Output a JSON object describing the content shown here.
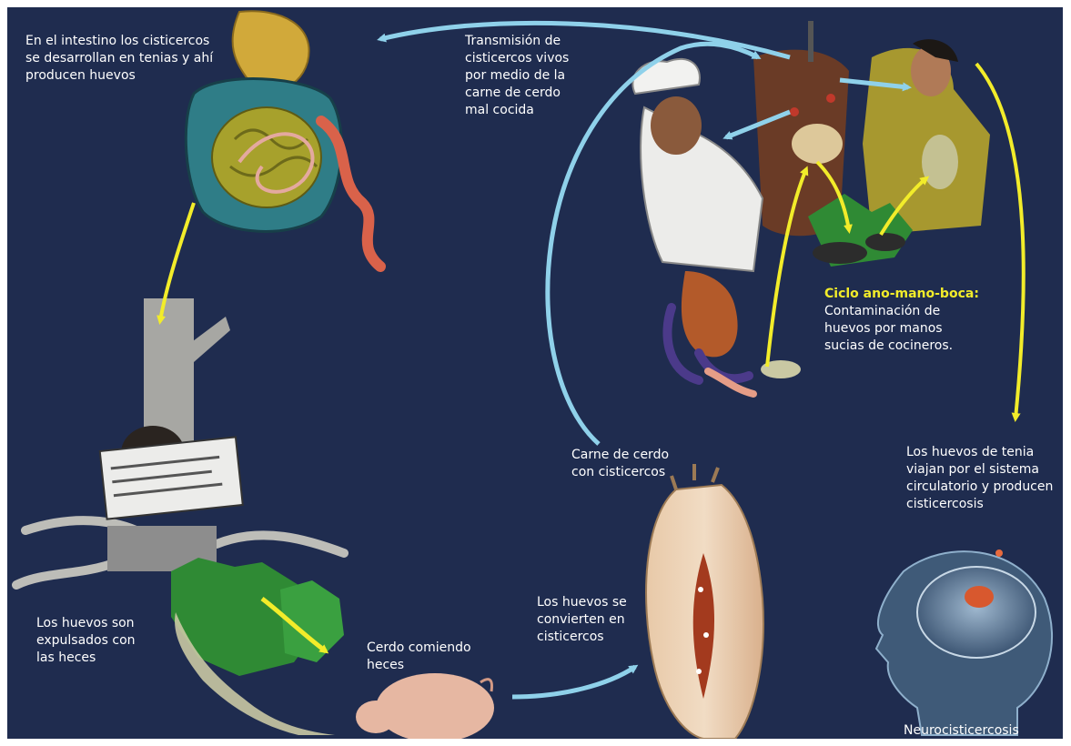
{
  "labels": {
    "intestine": "En el  intestino los cisticercos\nse desarrollan en tenias y ahí\nproducen huevos",
    "transmission": "Transmisión de\ncisticercos vivos\npor medio de la\ncarne de cerdo\nmal cocida",
    "cycle_title": "Ciclo ano-mano-boca:",
    "cycle_text": "Contaminación de\nhuevos por manos\nsucias de cocineros.",
    "pork": "Carne de cerdo\ncon cisticercos",
    "circulatory": "Los huevos de tenia\nviajan por el sistema\ncirculatorio y producen\ncisticercosis",
    "expelled": "Los huevos son\nexpulsados con\nlas heces",
    "pig_eating": "Cerdo comiendo\nheces",
    "become_cysts": "Los huevos se\nconvierten en\ncisticercos",
    "neuro": "Neurocisticercosis"
  },
  "colors": {
    "background": "#1f2c4f",
    "arrow_blue": "#8fd1ea",
    "arrow_yellow": "#f2ec2a",
    "label_highlight": "#f2ec2a"
  }
}
